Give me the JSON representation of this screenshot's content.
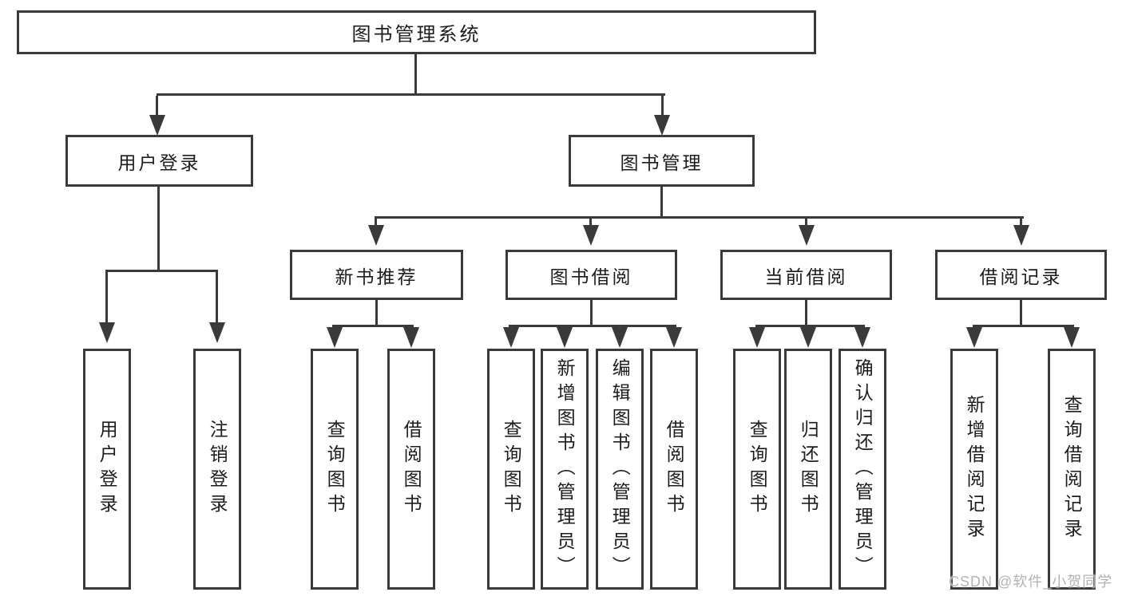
{
  "root": {
    "label": "图书管理系统"
  },
  "tree": {
    "user_login": {
      "label": "用户登录",
      "children": [
        {
          "label": "用户登录"
        },
        {
          "label": "注销登录"
        }
      ]
    },
    "book_mgmt": {
      "label": "图书管理",
      "modules": [
        {
          "label": "新书推荐",
          "children": [
            {
              "label": "查询图书"
            },
            {
              "label": "借阅图书"
            }
          ]
        },
        {
          "label": "图书借阅",
          "children": [
            {
              "label": "查询图书"
            },
            {
              "label": "新增图书（管理员）"
            },
            {
              "label": "编辑图书（管理员）"
            },
            {
              "label": "借阅图书"
            }
          ]
        },
        {
          "label": "当前借阅",
          "children": [
            {
              "label": "查询图书"
            },
            {
              "label": "归还图书"
            },
            {
              "label": "确认归还（管理员）"
            }
          ]
        },
        {
          "label": "借阅记录",
          "children": [
            {
              "label": "新增借阅记录"
            },
            {
              "label": "查询借阅记录"
            }
          ]
        }
      ]
    }
  },
  "watermark": {
    "text": "CSDN @软件_小贺同学"
  },
  "colors": {
    "line": "#3a3a3a",
    "text": "#1d1d1d",
    "watermark": "#b3b3b3",
    "background": "#ffffff"
  }
}
